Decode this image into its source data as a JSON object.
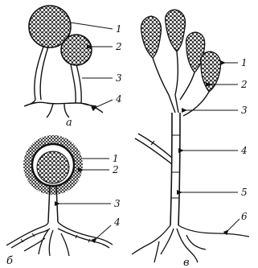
{
  "figure": {
    "panel_a": {
      "letter": "а",
      "labels": [
        "1",
        "2",
        "3",
        "4"
      ]
    },
    "panel_b": {
      "letter": "б",
      "labels": [
        "1",
        "2",
        "3",
        "4"
      ]
    },
    "panel_c": {
      "letter": "в",
      "labels": [
        "1",
        "2",
        "3",
        "4",
        "5",
        "6"
      ]
    }
  }
}
